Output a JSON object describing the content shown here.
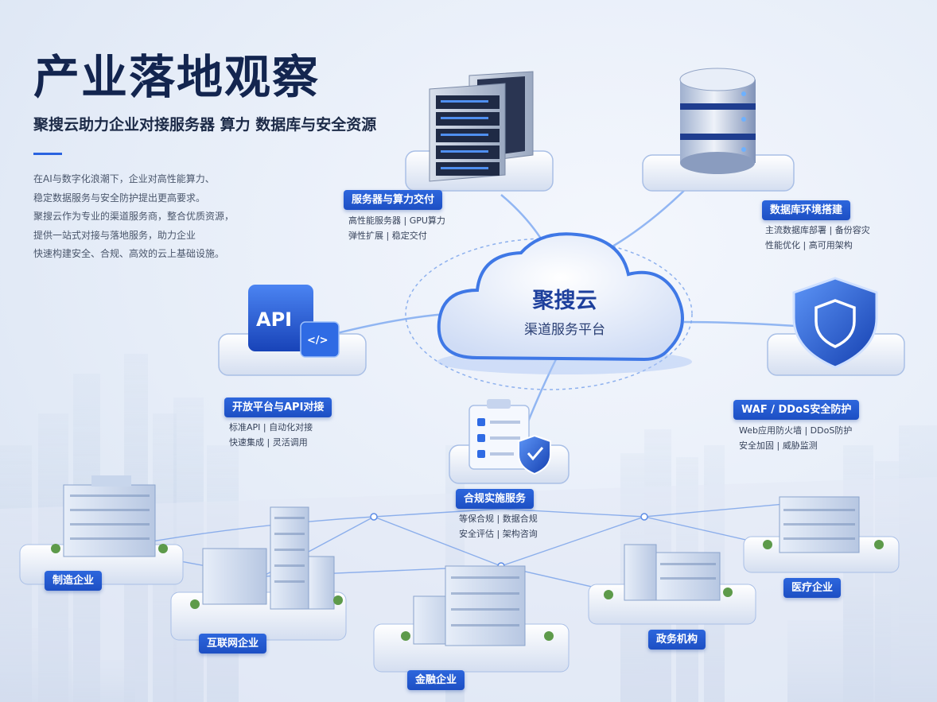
{
  "header": {
    "title": "产业落地观察",
    "subtitle": "聚搜云助力企业对接服务器 算力 数据库与安全资源"
  },
  "intro_lines": [
    "在AI与数字化浪潮下，企业对高性能算力、",
    "稳定数据服务与安全防护提出更高要求。",
    "聚搜云作为专业的渠道服务商，整合优质资源，",
    "提供一站式对接与落地服务，助力企业",
    "快速构建安全、合规、高效的云上基础设施。"
  ],
  "hub": {
    "name": "聚搜云",
    "tagline": "渠道服务平台"
  },
  "api_icon": {
    "label": "API",
    "code_glyph": "</>"
  },
  "services": [
    {
      "label": "服务器与算力交付",
      "lines": [
        "高性能服务器 | GPU算力",
        "弹性扩展 | 稳定交付"
      ],
      "icon": "server-rack-icon"
    },
    {
      "label": "数据库环境搭建",
      "lines": [
        "主流数据库部署 | 备份容灾",
        "性能优化 | 高可用架构"
      ],
      "icon": "database-icon"
    },
    {
      "label": "开放平台与API对接",
      "lines": [
        "标准API | 自动化对接",
        "快速集成 | 灵活调用"
      ],
      "icon": "api-icon"
    },
    {
      "label": "WAF / DDoS安全防护",
      "lines": [
        "Web应用防火墙 | DDoS防护",
        "安全加固 | 威胁监测"
      ],
      "icon": "shield-icon"
    },
    {
      "label": "合规实施服务",
      "lines": [
        "等保合规 | 数据合规",
        "安全评估 | 架构咨询"
      ],
      "icon": "compliance-checklist-icon"
    }
  ],
  "industries": [
    "制造企业",
    "互联网企业",
    "金融企业",
    "政务机构",
    "医疗企业"
  ],
  "colors": {
    "primary": "#2a63e0",
    "title": "#13254f",
    "label_bg": "#2d66dd"
  }
}
